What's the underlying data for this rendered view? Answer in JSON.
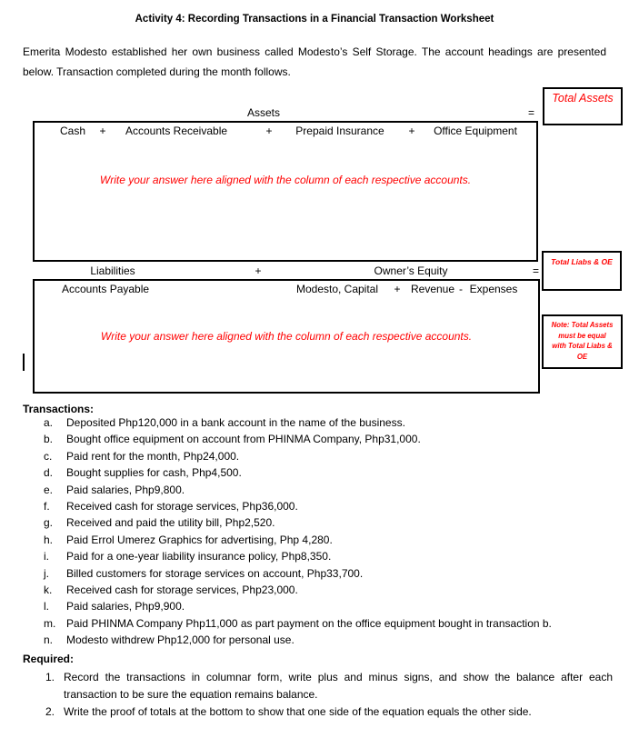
{
  "title": "Activity 4: Recording Transactions in a Financial Transaction Worksheet",
  "intro": "Emerita Modesto established her own business called Modesto’s Self Storage. The account headings are presented below. Transaction completed during the month follows.",
  "assets": {
    "section_label": "Assets",
    "equals_sign": "=",
    "header_parts": [
      "Cash",
      "+",
      "Accounts Receivable",
      "+",
      "Prepaid Insurance",
      "+",
      "Office Equipment"
    ],
    "hint": "Write your answer here aligned with the column of each respective accounts.",
    "total_box_label": "Total Assets"
  },
  "liabilities_equity": {
    "liabilities_label": "Liabilities",
    "plus_sign": "+",
    "equity_label": "Owner’s Equity",
    "equals_sign": "=",
    "header_parts": [
      "Accounts Payable",
      "Modesto, Capital",
      "+",
      "Revenue",
      "-",
      "Expenses"
    ],
    "hint": "Write your answer here aligned with the column of each respective accounts.",
    "total_box_label": "Total Liabs & OE",
    "note_lines": [
      "Note: Total Assets",
      "must be equal",
      "with Total Liabs &",
      "OE"
    ]
  },
  "transactions": {
    "heading": "Transactions:",
    "items": [
      {
        "letter": "a.",
        "text": "Deposited Php120,000 in a bank account in the name of the business."
      },
      {
        "letter": "b.",
        "text": "Bought office equipment on account from PHINMA Company, Php31,000."
      },
      {
        "letter": "c.",
        "text": "Paid rent for the month, Php24,000."
      },
      {
        "letter": "d.",
        "text": "Bought supplies for cash, Php4,500."
      },
      {
        "letter": "e.",
        "text": "Paid salaries, Php9,800."
      },
      {
        "letter": "f.",
        "text": "Received cash for storage services, Php36,000."
      },
      {
        "letter": "g.",
        "text": "Received and paid the utility bill, Php2,520."
      },
      {
        "letter": "h.",
        "text": "Paid Errol Umerez Graphics for advertising, Php 4,280."
      },
      {
        "letter": "i.",
        "text": "Paid for a one-year liability insurance policy, Php8,350."
      },
      {
        "letter": "j.",
        "text": "Billed customers for storage services on account, Php33,700."
      },
      {
        "letter": "k.",
        "text": "Received cash for storage services, Php23,000."
      },
      {
        "letter": "l.",
        "text": "Paid salaries, Php9,900."
      },
      {
        "letter": "m.",
        "text": "Paid PHINMA Company Php11,000 as part payment on the office equipment bought in transaction b."
      },
      {
        "letter": "n.",
        "text": "Modesto withdrew Php12,000 for personal use."
      }
    ]
  },
  "required": {
    "heading": "Required:",
    "items": [
      {
        "number": "1.",
        "text": "Record the transactions in columnar form, write plus and minus signs, and show the balance after each transaction to be sure the equation remains balance."
      },
      {
        "number": "2.",
        "text": "Write the proof of totals at the bottom to show that one side of the equation equals the other side."
      }
    ]
  },
  "colors": {
    "accent_red": "#FF0000",
    "text_black": "#000000"
  }
}
